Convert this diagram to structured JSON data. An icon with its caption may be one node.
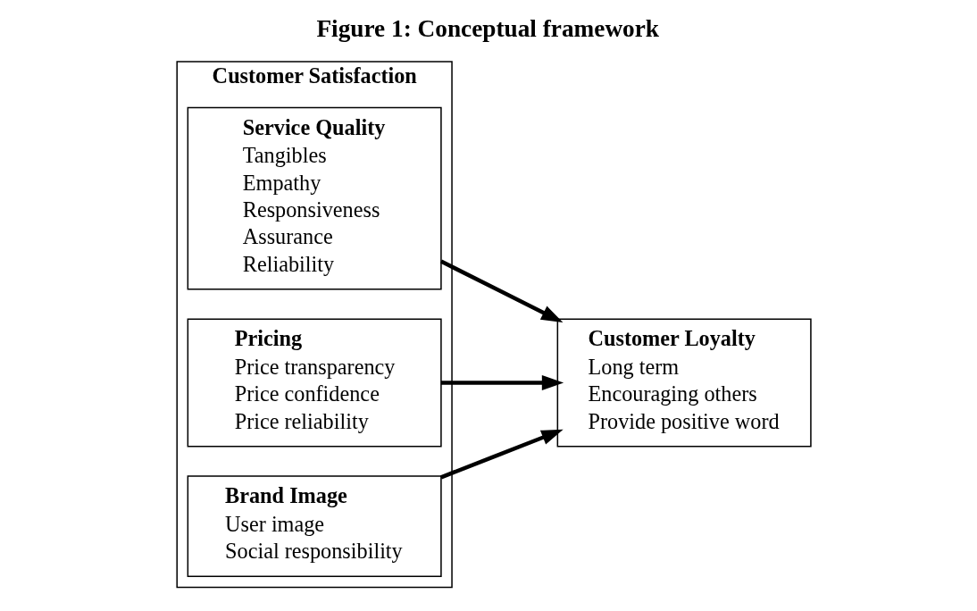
{
  "diagram": {
    "title": "Figure 1: Conceptual framework",
    "nodes": [
      {
        "text": [
          "Customer Satisfaction"
        ]
      },
      {
        "text": [
          "Service Quality",
          "Tangibles",
          "Empathy",
          "Responsiveness",
          "Assurance",
          "Reliability"
        ],
        "in": 0
      },
      {
        "text": [
          "Pricing",
          "Price transparency",
          "Price confidence",
          "Price reliability"
        ],
        "in": 0
      },
      {
        "text": [
          "Brand Image",
          "User image",
          "Social responsibility"
        ],
        "in": 0
      },
      {
        "text": [
          "Customer Loyalty",
          "Long term",
          "Encouraging others",
          "Provide positive word"
        ]
      }
    ],
    "edges": [
      {
        "from": 1,
        "to": 4,
        "arrow": "to"
      },
      {
        "from": 2,
        "to": 4,
        "arrow": "to"
      },
      {
        "from": 3,
        "to": 4,
        "arrow": "to"
      }
    ]
  }
}
